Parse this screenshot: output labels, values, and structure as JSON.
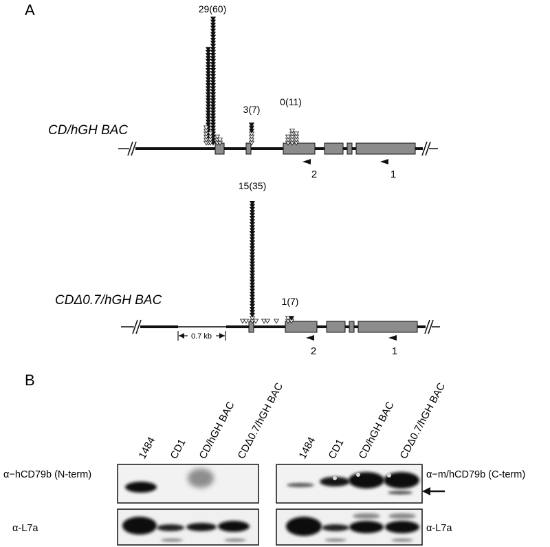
{
  "panel_a": {
    "label": "A",
    "construct_1": {
      "name": "CD/hGH BAC",
      "cluster_labels": [
        "29(60)",
        "3(7)",
        "0(11)"
      ],
      "cluster_filled": [
        29,
        3,
        0
      ],
      "cluster_total": [
        60,
        7,
        11
      ],
      "primers": [
        "2",
        "1"
      ]
    },
    "construct_2": {
      "name": "CDΔ0.7/hGH BAC",
      "cluster_labels": [
        "15(35)",
        "1(7)"
      ],
      "cluster_filled": [
        15,
        1
      ],
      "cluster_total": [
        35,
        7
      ],
      "deletion_label": "0.7 kb",
      "primers": [
        "2",
        "1"
      ]
    },
    "colors": {
      "exon": "#8c8c8c",
      "line": "#111111",
      "triangle": "#111111"
    }
  },
  "panel_b": {
    "label": "B",
    "lanes": [
      "1484",
      "CD1",
      "CD/hGH BAC",
      "CDΔ0.7/hGH BAC"
    ],
    "left_blot": {
      "top_antibody": "α−hCD79b (N-term)",
      "bottom_antibody": "α-L7a"
    },
    "right_blot": {
      "top_antibody": "α−m/hCD79b (C-term)",
      "bottom_antibody": "α-L7a"
    },
    "arrow_icon": "left-arrow-icon"
  }
}
